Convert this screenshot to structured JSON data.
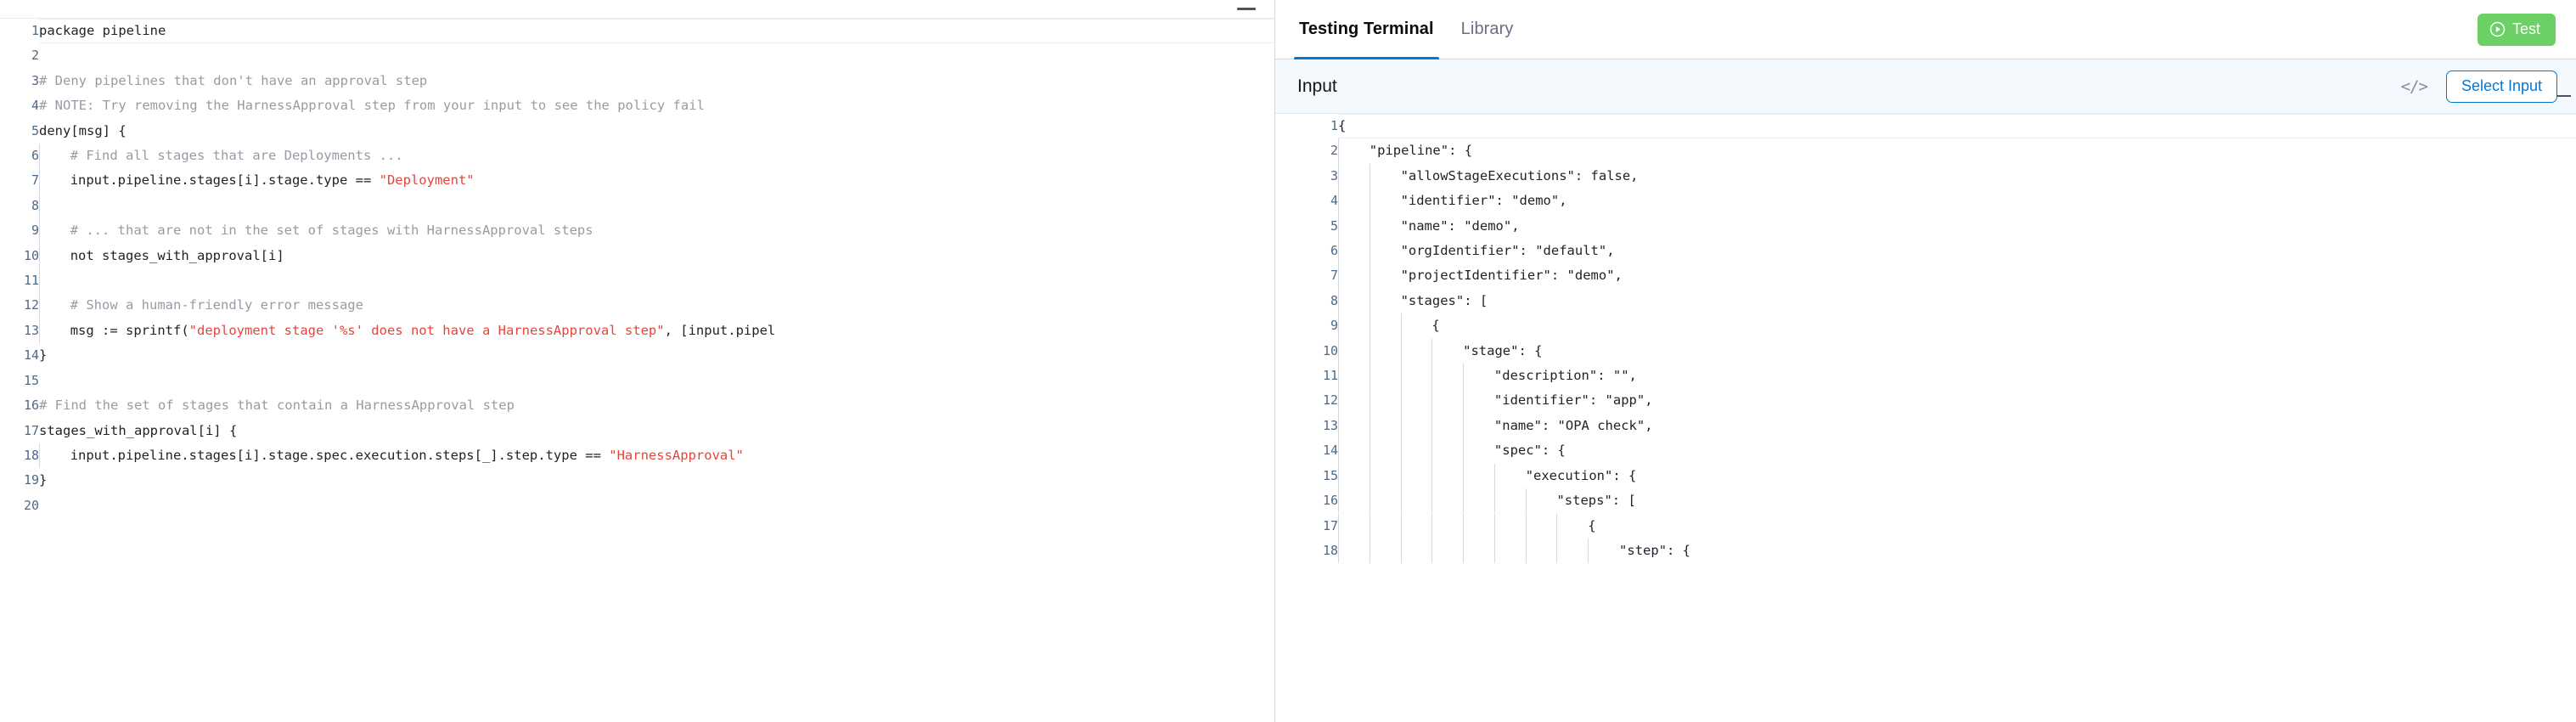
{
  "editor": {
    "minimize_icon": "minimize-icon",
    "language": "rego",
    "lines": [
      {
        "n": 1,
        "indent": 0,
        "segments": [
          {
            "t": "plain",
            "s": "package pipeline"
          }
        ]
      },
      {
        "n": 2,
        "indent": 0,
        "segments": []
      },
      {
        "n": 3,
        "indent": 0,
        "segments": [
          {
            "t": "comment",
            "s": "# Deny pipelines that don't have an approval step"
          }
        ]
      },
      {
        "n": 4,
        "indent": 0,
        "segments": [
          {
            "t": "comment",
            "s": "# NOTE: Try removing the HarnessApproval step from your input to see the policy fail"
          }
        ]
      },
      {
        "n": 5,
        "indent": 0,
        "segments": [
          {
            "t": "plain",
            "s": "deny[msg] {"
          }
        ]
      },
      {
        "n": 6,
        "indent": 1,
        "segments": [
          {
            "t": "comment",
            "s": "# Find all stages that are Deployments ..."
          }
        ]
      },
      {
        "n": 7,
        "indent": 1,
        "segments": [
          {
            "t": "plain",
            "s": "input.pipeline.stages[i].stage.type == "
          },
          {
            "t": "string",
            "s": "\"Deployment\""
          }
        ]
      },
      {
        "n": 8,
        "indent": 1,
        "segments": []
      },
      {
        "n": 9,
        "indent": 1,
        "segments": [
          {
            "t": "comment",
            "s": "# ... that are not in the set of stages with HarnessApproval steps"
          }
        ]
      },
      {
        "n": 10,
        "indent": 1,
        "segments": [
          {
            "t": "plain",
            "s": "not stages_with_approval[i]"
          }
        ]
      },
      {
        "n": 11,
        "indent": 1,
        "segments": []
      },
      {
        "n": 12,
        "indent": 1,
        "segments": [
          {
            "t": "comment",
            "s": "# Show a human-friendly error message"
          }
        ]
      },
      {
        "n": 13,
        "indent": 1,
        "segments": [
          {
            "t": "plain",
            "s": "msg := sprintf("
          },
          {
            "t": "string",
            "s": "\"deployment stage '%s' does not have a HarnessApproval step\""
          },
          {
            "t": "plain",
            "s": ", [input.pipel"
          }
        ]
      },
      {
        "n": 14,
        "indent": 0,
        "segments": [
          {
            "t": "plain",
            "s": "}"
          }
        ]
      },
      {
        "n": 15,
        "indent": 0,
        "segments": []
      },
      {
        "n": 16,
        "indent": 0,
        "segments": [
          {
            "t": "comment",
            "s": "# Find the set of stages that contain a HarnessApproval step"
          }
        ]
      },
      {
        "n": 17,
        "indent": 0,
        "segments": [
          {
            "t": "plain",
            "s": "stages_with_approval[i] {"
          }
        ]
      },
      {
        "n": 18,
        "indent": 1,
        "segments": [
          {
            "t": "plain",
            "s": "input.pipeline.stages[i].stage.spec.execution.steps[_].step.type == "
          },
          {
            "t": "string",
            "s": "\"HarnessApproval\""
          }
        ]
      },
      {
        "n": 19,
        "indent": 0,
        "segments": [
          {
            "t": "plain",
            "s": "}"
          }
        ]
      },
      {
        "n": 20,
        "indent": 0,
        "segments": []
      }
    ]
  },
  "terminal": {
    "tabs": [
      {
        "label": "Testing Terminal",
        "active": true
      },
      {
        "label": "Library",
        "active": false
      }
    ],
    "test_button": {
      "label": "Test",
      "icon": "play-circle-icon",
      "color": "#6bd167"
    },
    "input_bar": {
      "label": "Input",
      "code_icon": "code-brackets-icon",
      "code_icon_glyph": "</>",
      "select_input_label": "Select Input",
      "accent_color": "#0278d5",
      "background": "#f4f9fd"
    },
    "json_lines": [
      {
        "n": 1,
        "indent": 0,
        "text": "{"
      },
      {
        "n": 2,
        "indent": 1,
        "text": "\"pipeline\": {"
      },
      {
        "n": 3,
        "indent": 2,
        "text": "\"allowStageExecutions\": false,"
      },
      {
        "n": 4,
        "indent": 2,
        "text": "\"identifier\": \"demo\","
      },
      {
        "n": 5,
        "indent": 2,
        "text": "\"name\": \"demo\","
      },
      {
        "n": 6,
        "indent": 2,
        "text": "\"orgIdentifier\": \"default\","
      },
      {
        "n": 7,
        "indent": 2,
        "text": "\"projectIdentifier\": \"demo\","
      },
      {
        "n": 8,
        "indent": 2,
        "text": "\"stages\": ["
      },
      {
        "n": 9,
        "indent": 3,
        "text": "{"
      },
      {
        "n": 10,
        "indent": 4,
        "text": "\"stage\": {"
      },
      {
        "n": 11,
        "indent": 5,
        "text": "\"description\": \"\","
      },
      {
        "n": 12,
        "indent": 5,
        "text": "\"identifier\": \"app\","
      },
      {
        "n": 13,
        "indent": 5,
        "text": "\"name\": \"OPA check\","
      },
      {
        "n": 14,
        "indent": 5,
        "text": "\"spec\": {"
      },
      {
        "n": 15,
        "indent": 6,
        "text": "\"execution\": {"
      },
      {
        "n": 16,
        "indent": 7,
        "text": "\"steps\": ["
      },
      {
        "n": 17,
        "indent": 8,
        "text": "{"
      },
      {
        "n": 18,
        "indent": 9,
        "text": "\"step\": {"
      }
    ]
  }
}
